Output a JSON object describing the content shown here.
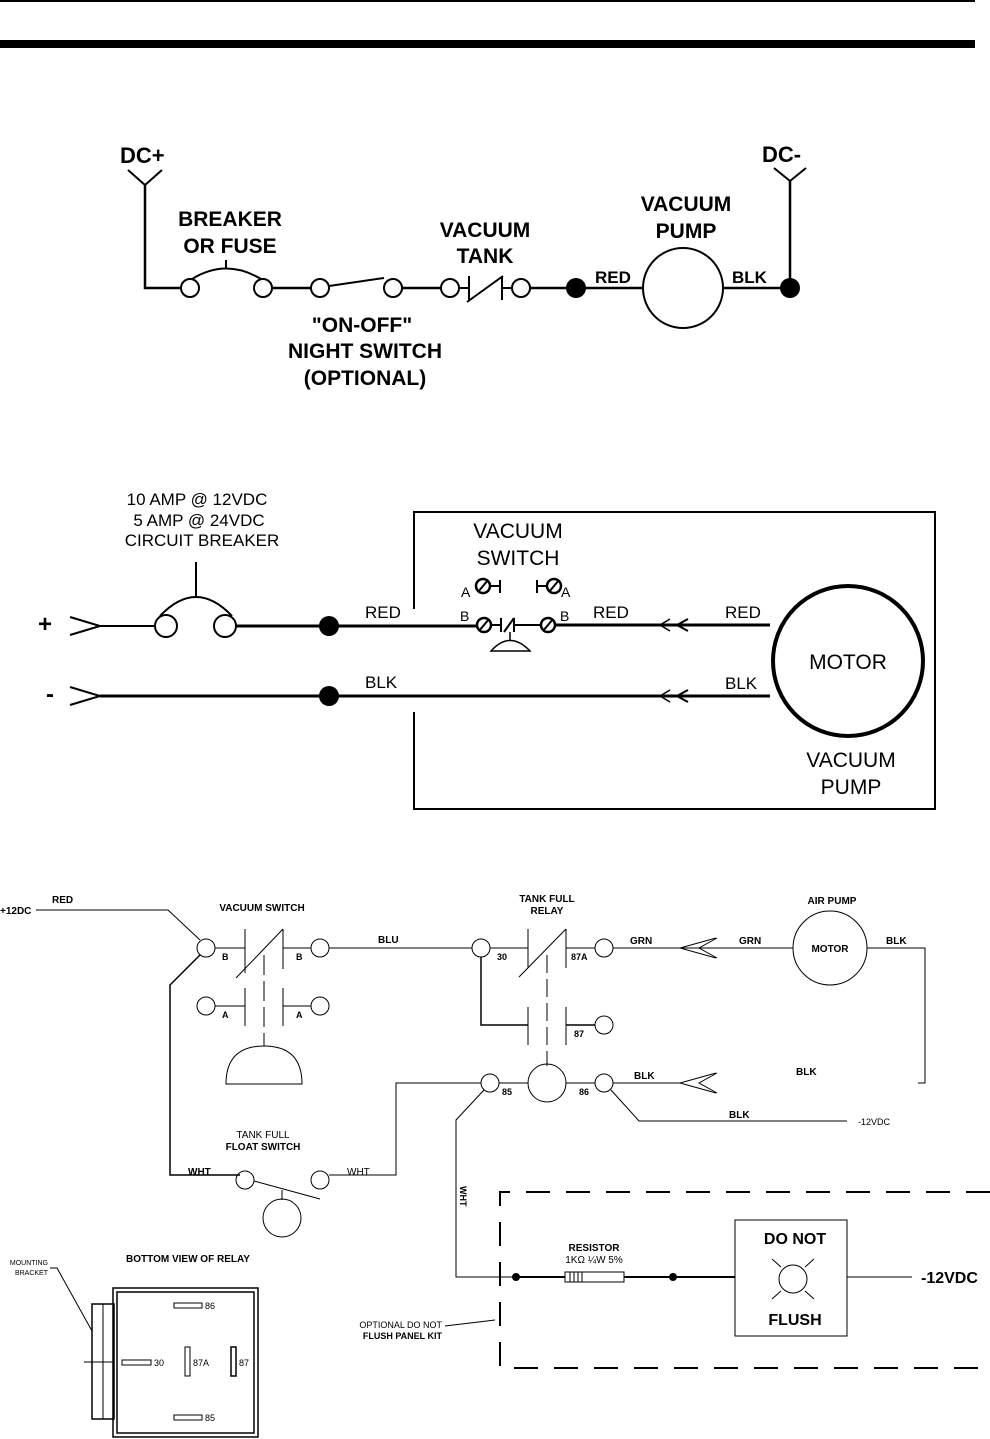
{
  "diagram_1": {
    "dc_plus": "DC+",
    "dc_minus": "DC-",
    "breaker_line1": "BREAKER",
    "breaker_line2": "OR FUSE",
    "night_switch_line1": "\"ON-OFF\"",
    "night_switch_line2": "NIGHT SWITCH",
    "night_switch_line3": "(OPTIONAL)",
    "tank_line1": "VACUUM",
    "tank_line2": "TANK",
    "pump_line1": "VACUUM",
    "pump_line2": "PUMP",
    "wire_red": "RED",
    "wire_blk": "BLK"
  },
  "diagram_2": {
    "breaker_line1": "10 AMP @ 12VDC",
    "breaker_line2": "5 AMP @ 24VDC",
    "breaker_line3": "CIRCUIT BREAKER",
    "plus": "+",
    "minus": "-",
    "wire_red_1": "RED",
    "wire_red_2": "RED",
    "wire_red_3": "RED",
    "wire_blk_1": "BLK",
    "wire_blk_2": "BLK",
    "switch_line1": "VACUUM",
    "switch_line2": "SWITCH",
    "term_a": "A",
    "term_b": "B",
    "motor": "MOTOR",
    "pump_line1": "VACUUM",
    "pump_line2": "PUMP"
  },
  "diagram_3": {
    "supply_pos": "+12DC",
    "wire_red": "RED",
    "vacuum_switch": "VACUUM SWITCH",
    "term_a": "A",
    "term_b": "B",
    "wire_blu": "BLU",
    "relay_line1": "TANK FULL",
    "relay_line2": "RELAY",
    "pin_30": "30",
    "pin_87a": "87A",
    "pin_87": "87",
    "pin_85": "85",
    "pin_86": "86",
    "wire_grn_1": "GRN",
    "wire_grn_2": "GRN",
    "air_pump": "AIR PUMP",
    "motor": "MOTOR",
    "wire_blk_1": "BLK",
    "wire_blk_2": "BLK",
    "wire_blk_3": "BLK",
    "wire_blk_4": "BLK",
    "supply_neg": "-12VDC",
    "float_line1": "TANK FULL",
    "float_line2": "FLOAT SWITCH",
    "wire_wht_1": "WHT",
    "wire_wht_2": "WHT",
    "wire_wht_3": "WHT",
    "resistor_line1": "RESISTOR",
    "resistor_line2": "1KΩ ¼W  5%",
    "panel_line1": "DO NOT",
    "panel_line2": "FLUSH",
    "panel_supply": "-12VDC",
    "kit_line1": "OPTIONAL DO NOT",
    "kit_line2": "FLUSH PANEL KIT"
  },
  "relay_bottom_view": {
    "title": "BOTTOM VIEW OF RELAY",
    "bracket_line1": "MOUNTING",
    "bracket_line2": "BRACKET",
    "pin_86": "86",
    "pin_30": "30",
    "pin_87a": "87A",
    "pin_87": "87",
    "pin_85": "85"
  }
}
